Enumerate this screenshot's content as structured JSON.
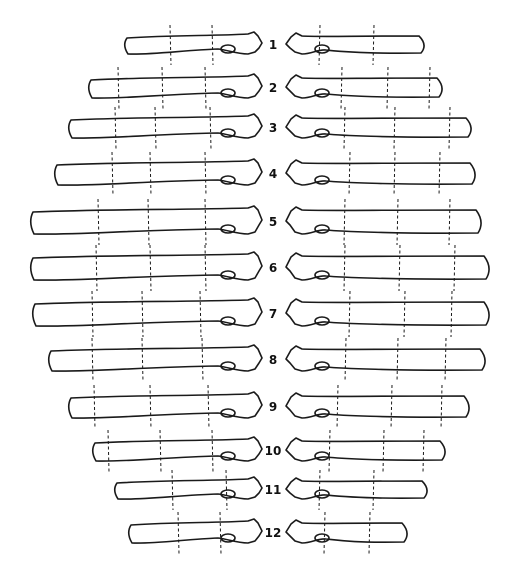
{
  "figure": {
    "rows": [
      {
        "label": "1"
      },
      {
        "label": "2"
      },
      {
        "label": "3"
      },
      {
        "label": "4"
      },
      {
        "label": "5"
      },
      {
        "label": "6"
      },
      {
        "label": "7"
      },
      {
        "label": "8"
      },
      {
        "label": "9"
      },
      {
        "label": "10"
      },
      {
        "label": "11"
      },
      {
        "label": "12"
      }
    ],
    "colors": {
      "stroke": "#1a1a1a",
      "background": "#ffffff"
    }
  }
}
